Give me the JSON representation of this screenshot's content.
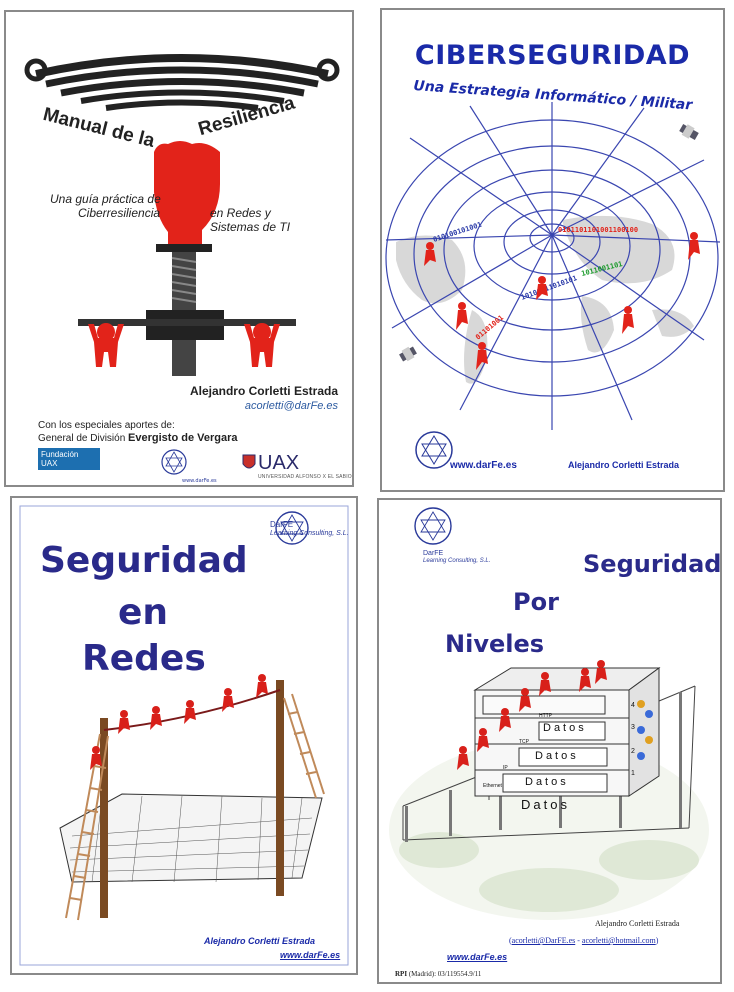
{
  "cover1": {
    "title_a": "Manual de la",
    "title_b": "Resiliencia",
    "subtitle_a": "Una guía práctica de",
    "subtitle_b": "Ciberresiliencia",
    "subtitle_c": "en Redes y",
    "subtitle_d": "Sistemas de TI",
    "author": "Alejandro Corletti Estrada",
    "email": "acorletti@darFe.es",
    "contrib_line1": "Con los especiales aportes de:",
    "contrib_prefix": "General de División",
    "contrib_name": "Evergisto de Vergara",
    "fund_a": "Fundación",
    "fund_b": "UAX",
    "uax": "UAX",
    "uax_sub": "UNIVERSIDAD ALFONSO X EL SABIO",
    "darfe_small": "www.darFe.es",
    "fist_color": "#e2231a"
  },
  "cover2": {
    "title": "CIBERSEGURIDAD",
    "subtitle": "Una Estrategia Informático / Militar",
    "web": "www.darFe.es",
    "author": "Alejandro Corletti Estrada",
    "accent": "#1a2aa8"
  },
  "cover3": {
    "line1": "Seguridad",
    "line2": "en",
    "line3": "Redes",
    "brand": "DarFE",
    "brand_sub": "Learning Consulting, S.L.",
    "author": "Alejandro Corletti Estrada",
    "web": "www.darFe.es"
  },
  "cover4": {
    "line1": "Seguridad",
    "line2": "Por",
    "line3": "Niveles",
    "brand": "DarFE",
    "brand_sub": "Learning Consulting, S.L.",
    "layer_label": "Datos",
    "proto_http": "HTTP",
    "proto_tcp": "TCP",
    "proto_ip": "IP",
    "proto_eth": "Ethernet",
    "levels": [
      "4",
      "3",
      "2",
      "1"
    ],
    "author": "Alejandro Corletti Estrada",
    "email1": "acorletti@DarFE.es",
    "email_sep": " - ",
    "email2": "acorletti@hotmail.com",
    "web": "www.darFe.es",
    "rpi_label": "RPI",
    "rpi_rest": "(Madrid): 03/119554.9/11"
  }
}
